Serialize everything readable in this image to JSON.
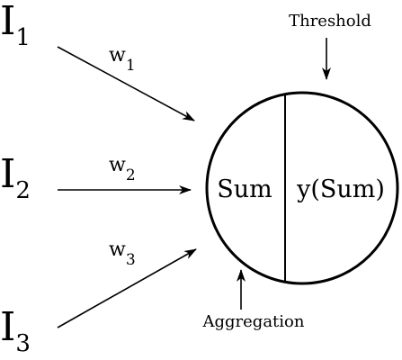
{
  "diagram": {
    "inputs": [
      {
        "base": "I",
        "sub": "1"
      },
      {
        "base": "I",
        "sub": "2"
      },
      {
        "base": "I",
        "sub": "3"
      }
    ],
    "weights": [
      {
        "base": "w",
        "sub": "1"
      },
      {
        "base": "w",
        "sub": "2"
      },
      {
        "base": "w",
        "sub": "3"
      }
    ],
    "node": {
      "left_label": "Sum",
      "right_label": "y(Sum)"
    },
    "annotations": {
      "threshold": "Threshold",
      "aggregation": "Aggregation"
    }
  }
}
